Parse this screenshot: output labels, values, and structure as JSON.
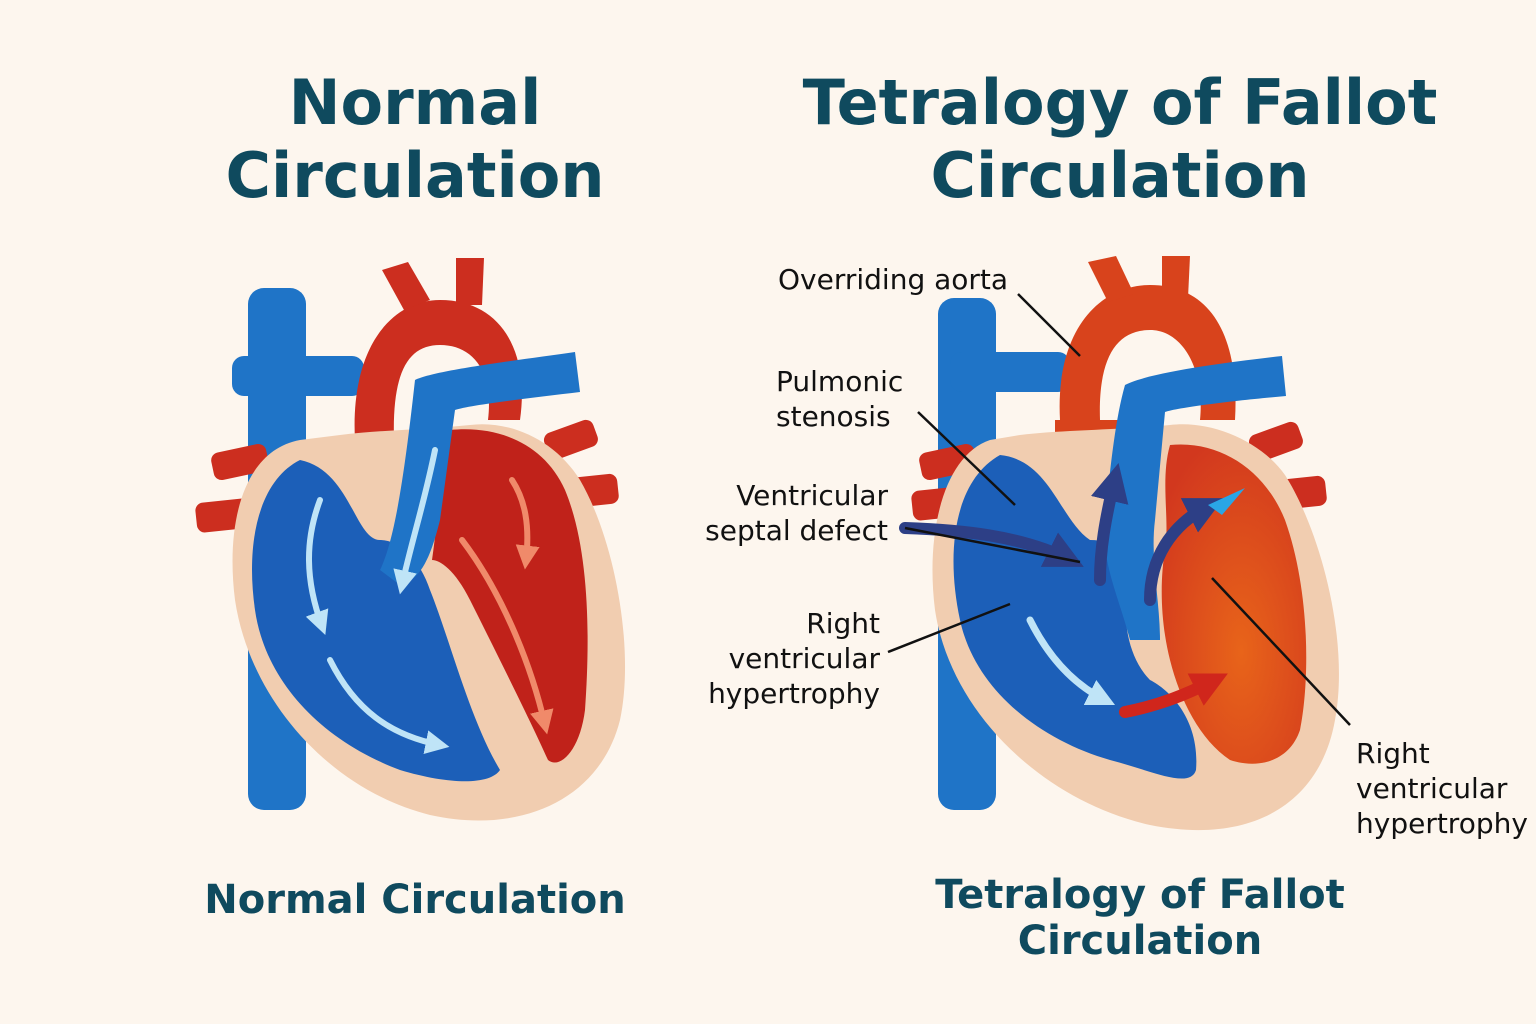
{
  "left": {
    "title_line1": "Normal",
    "title_line2": "Circulation",
    "caption": "Normal Circulation"
  },
  "right": {
    "title_line1": "Tetralogy of Fallot",
    "title_line2": "Circulation",
    "caption_line1": "Tetralogy of Fallot",
    "caption_line2": "Circulation"
  },
  "labels": {
    "overriding_aorta": "Overriding aorta",
    "pulmonic_line1": "Pulmonic",
    "pulmonic_line2": "stenosis",
    "vsd_line1": "Ventricular",
    "vsd_line2": "septal defect",
    "rvh_left_line1": "Right",
    "rvh_left_line2": "ventricular",
    "rvh_left_line3": "hypertrophy",
    "rvh_right_line1": "Right",
    "rvh_right_line2": "ventricular",
    "rvh_right_line3": "hypertrophy"
  },
  "colors": {
    "background": "#fdf6ee",
    "title": "#0f4a5e",
    "deoxygenated_blue": "#1f74c7",
    "oxygenated_red": "#cc2e1f",
    "tof_orange": "#e2531a",
    "myocardium": "#f1cdb0"
  }
}
